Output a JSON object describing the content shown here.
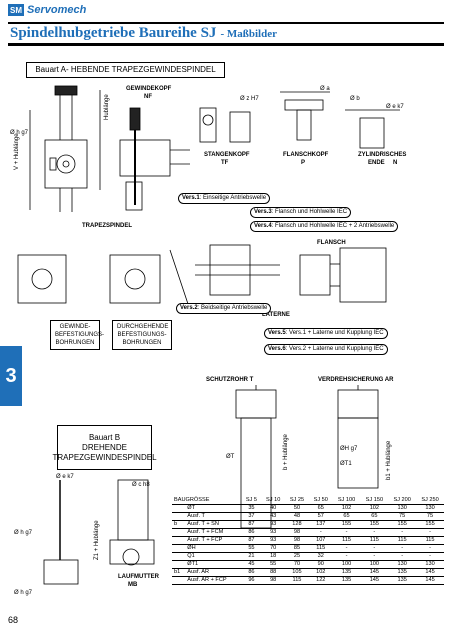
{
  "brand": {
    "name": "Servomech",
    "mark": "SM"
  },
  "page": {
    "title": "Spindelhubgetriebe Baureihe SJ",
    "subtitle": "- Maßbilder",
    "page_number": "68",
    "section_tab": "3"
  },
  "bauart_a": {
    "label": "Bauart A- HEBENDE TRAPEZGEWINDESPINDEL"
  },
  "bauart_b": {
    "line1": "Bauart B",
    "line2": "DREHENDE",
    "line3": "TRAPEZGEWINDESPINDEL"
  },
  "labels": {
    "gewindekopf": "GEWINDEKOPF",
    "nf": "NF",
    "stangenkopf": "STANGENKOPF",
    "tf": "TF",
    "flanschkopf": "FLANSCHKOPF",
    "p": "P",
    "zylindrisches_ende": "ZYLINDRISCHES",
    "ende_n": "ENDE",
    "n": "N",
    "trapezspindel": "TRAPEZSPINDEL",
    "gewinde_bef_1": "GEWINDE-",
    "gewinde_bef_2": "BEFESTIGUNGS-",
    "gewinde_bef_3": "BOHRUNGEN",
    "durchgehende_1": "DURCHGEHENDE",
    "durchgehende_2": "BEFESTIGUNGS-",
    "durchgehende_3": "BOHRUNGEN",
    "schutzrohr": "SCHUTZROHR",
    "t": "T",
    "verdrehsicherung": "VERDREHSICHERUNG",
    "ar": "AR",
    "laufmutter": "LAUFMUTTER",
    "mb": "MB",
    "laterne": "LATERNE",
    "flansch": "FLANSCH"
  },
  "versions": {
    "v1_key": "Vers.1",
    "v1_text": ": Einseitige Antriebswelle",
    "v2_key": "Vers.2",
    "v2_text": ": Beidseitige Antriebswelle",
    "v3_key": "Vers.3",
    "v3_text": ": Flansch und Hohlwelle IEC",
    "v4_key": "Vers.4",
    "v4_text": ": Flansch und Hohlwelle IEC + 2 Antriebswelle",
    "v5_key": "Vers.5",
    "v5_text": ": Vers.1 + Laterne und Kupplung IEC",
    "v6_key": "Vers.6",
    "v6_text": ": Vers.2 + Laterne und Kupplung IEC"
  },
  "dimension_labels": {
    "hublaenge": "Hublänge",
    "v_hublaenge": "V + Hublänge",
    "zi_hublaenge": "Z1 + Hublänge",
    "b_hublaenge": "b + Hublänge",
    "b1_hublaenge": "b1 + Hublänge",
    "oh_g7": "Ø h g7",
    "oe_k7": "Ø e k7",
    "oc_h8": "Ø c h8",
    "oz_h7": "Ø z H7",
    "oa": "Ø a",
    "ob": "Ø b",
    "oek7": "Ø e k7",
    "ot": "ØT",
    "oh_g7_b": "ØH g7",
    "ot1": "ØT1"
  },
  "table": {
    "columns": [
      "BAUGRÖSSE",
      "SJ 5",
      "SJ 10",
      "SJ 25",
      "SJ 50",
      "SJ 100",
      "SJ 150",
      "SJ 200",
      "SJ 250"
    ],
    "rows": [
      {
        "group": "",
        "label": "ØT",
        "values": [
          "35",
          "40",
          "50",
          "65",
          "102",
          "102",
          "130",
          "130"
        ]
      },
      {
        "group": "",
        "label": "Ausf. T",
        "values": [
          "37",
          "43",
          "48",
          "57",
          "65",
          "65",
          "75",
          "75"
        ]
      },
      {
        "group": "b",
        "label": "Ausf. T + SN",
        "values": [
          "87",
          "93",
          "128",
          "137",
          "155",
          "155",
          "155",
          "155"
        ]
      },
      {
        "group": "",
        "label": "Ausf. T + FCM",
        "values": [
          "86",
          "93",
          "98",
          "-",
          "-",
          "-",
          "-",
          "-"
        ]
      },
      {
        "group": "",
        "label": "Ausf. T + FCP",
        "values": [
          "87",
          "93",
          "98",
          "107",
          "115",
          "115",
          "115",
          "115"
        ]
      },
      {
        "group": "",
        "label": "ØH",
        "values": [
          "55",
          "70",
          "85",
          "115",
          "-",
          "-",
          "-",
          "-"
        ]
      },
      {
        "group": "",
        "label": "Q1",
        "values": [
          "21",
          "18",
          "25",
          "32",
          "-",
          "-",
          "-",
          "-"
        ]
      },
      {
        "group": "",
        "label": "ØT1",
        "values": [
          "45",
          "55",
          "70",
          "90",
          "100",
          "100",
          "130",
          "130"
        ]
      },
      {
        "group": "b1",
        "label": "Ausf. AR",
        "values": [
          "86",
          "88",
          "105",
          "102",
          "135",
          "145",
          "135",
          "145"
        ]
      },
      {
        "group": "",
        "label": "Ausf. AR + FCP",
        "values": [
          "96",
          "98",
          "115",
          "122",
          "135",
          "145",
          "135",
          "145"
        ]
      }
    ]
  },
  "colors": {
    "brand_blue": "#1f6fb8",
    "line": "#000000"
  }
}
